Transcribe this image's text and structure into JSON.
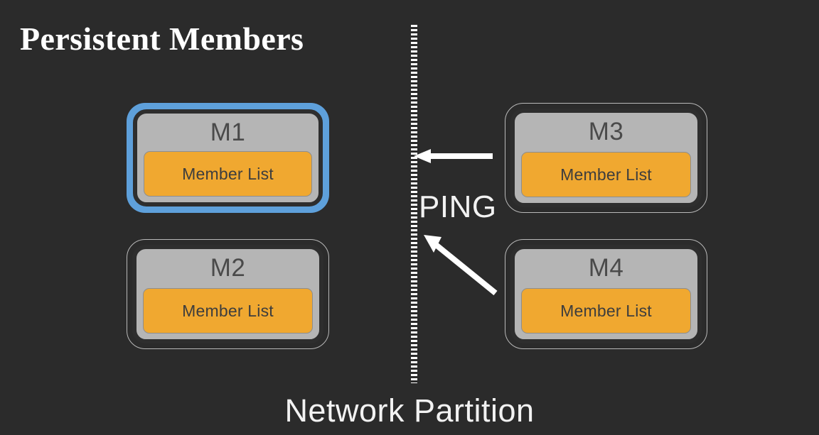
{
  "slide": {
    "title": "Persistent Members",
    "caption": "Network Partition",
    "background_color": "#2b2b2b"
  },
  "colors": {
    "background": "#2b2b2b",
    "node_fill": "#b5b5b5",
    "node_frame": "#2e2e2e",
    "highlight_ring": "#5ea0db",
    "plain_ring": "#b9b9b9",
    "member_list_fill": "#f0a830",
    "member_list_border": "#8e8e8e",
    "text_light": "#f2f2f2",
    "text_dark": "#4a4a4a",
    "arrow": "#ffffff"
  },
  "left_group": {
    "nodes": [
      {
        "id": "m1",
        "label": "M1",
        "member_list_label": "Member List",
        "highlighted": true
      },
      {
        "id": "m2",
        "label": "M2",
        "member_list_label": "Member List",
        "highlighted": false
      }
    ]
  },
  "right_group": {
    "nodes": [
      {
        "id": "m3",
        "label": "M3",
        "member_list_label": "Member List",
        "highlighted": false
      },
      {
        "id": "m4",
        "label": "M4",
        "member_list_label": "Member List",
        "highlighted": false
      }
    ]
  },
  "partition": {
    "style": "dashed-vertical",
    "label": "Network Partition"
  },
  "annotations": {
    "ping_label": "PING"
  },
  "arrows": [
    {
      "id": "ping-arrow-m3",
      "from": "M3",
      "to": "partition",
      "direction": "left",
      "style": "straight"
    },
    {
      "id": "ping-arrow-m4",
      "from": "M4",
      "to": "partition",
      "direction": "up-left",
      "style": "diagonal"
    }
  ]
}
